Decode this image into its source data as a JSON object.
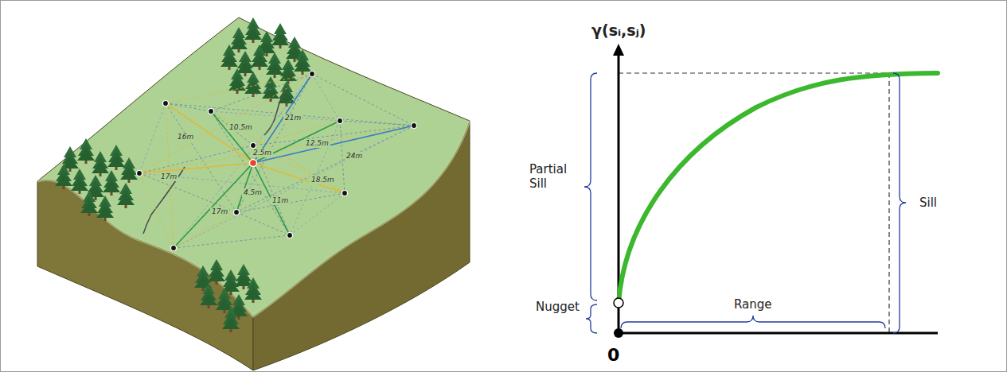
{
  "diagram": {
    "labels": [
      "10.5m",
      "21m",
      "16m",
      "2.5m",
      "12.5m",
      "24m",
      "17m",
      "18.5m",
      "4.5m",
      "11m",
      "17m",
      "γ(sᵢ,sⱼ)",
      "Partial Sill",
      "Nugget",
      "Range",
      "Sill",
      "0"
    ]
  }
}
